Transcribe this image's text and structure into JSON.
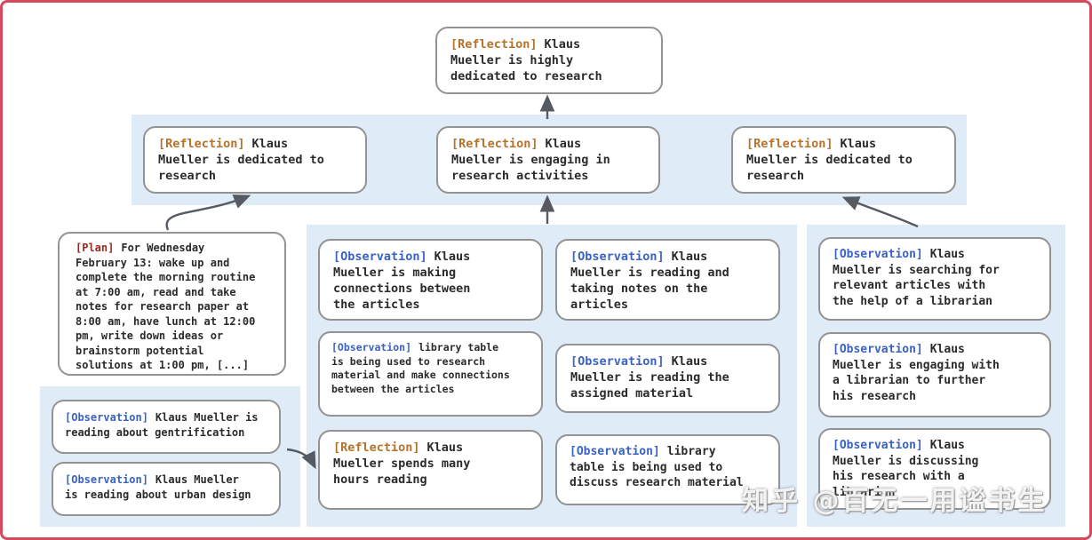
{
  "colors": {
    "frame_border": "#d5495c",
    "panel_bg": "#e0ebf8",
    "box_border": "#939393",
    "reflection_label": "#b5722b",
    "observation_label": "#3a62c4",
    "plan_label": "#9c2921",
    "body_text": "#2b2b2b",
    "arrow": "#565b63"
  },
  "nodes": {
    "top_reflection": {
      "label": "[Reflection]",
      "text": "Klaus\nMueller is highly\ndedicated to research"
    },
    "band": [
      {
        "label": "[Reflection]",
        "text": "Klaus\nMueller is dedicated to\nresearch"
      },
      {
        "label": "[Reflection]",
        "text": "Klaus\nMueller is engaging in\nresearch activities"
      },
      {
        "label": "[Reflection]",
        "text": "Klaus\nMueller is dedicated to\nresearch"
      }
    ],
    "plan": {
      "label": "[Plan]",
      "text": "For Wednesday\nFebruary 13: wake up and\ncomplete the morning routine\nat 7:00 am, read and take\nnotes for research paper at\n8:00 am, have lunch at 12:00\npm, write down ideas or\nbrainstorm potential\nsolutions at 1:00 pm, [...]"
    },
    "left_panel": [
      {
        "label": "[Observation]",
        "text": "Klaus Mueller is\nreading about gentrification"
      },
      {
        "label": "[Observation]",
        "text": "Klaus Mueller\nis reading about urban design"
      }
    ],
    "middle_panel_col1": [
      {
        "label": "[Observation]",
        "text": "Klaus\nMueller is making\nconnections between\nthe articles"
      },
      {
        "label": "[Observation]",
        "text": "library table\nis being used to research\nmaterial and make connections\nbetween the articles"
      },
      {
        "label": "[Reflection]",
        "text": "Klaus\nMueller spends many\nhours reading"
      }
    ],
    "middle_panel_col2": [
      {
        "label": "[Observation]",
        "text": "Klaus\nMueller is reading and\ntaking notes on the\narticles"
      },
      {
        "label": "[Observation]",
        "text": "Klaus\nMueller is reading the\nassigned material"
      },
      {
        "label": "[Observation]",
        "text": "library\ntable is being used to\ndiscuss research material"
      }
    ],
    "right_panel": [
      {
        "label": "[Observation]",
        "text": "Klaus\nMueller is searching for\nrelevant articles with\nthe help of a librarian"
      },
      {
        "label": "[Observation]",
        "text": "Klaus\nMueller is engaging with\na librarian to further\nhis research"
      },
      {
        "label": "[Observation]",
        "text": "Klaus\nMueller is discussing\nhis research with a\nlibrarian"
      }
    ]
  },
  "watermark": {
    "text": "知乎 @百无一用谧书生"
  }
}
